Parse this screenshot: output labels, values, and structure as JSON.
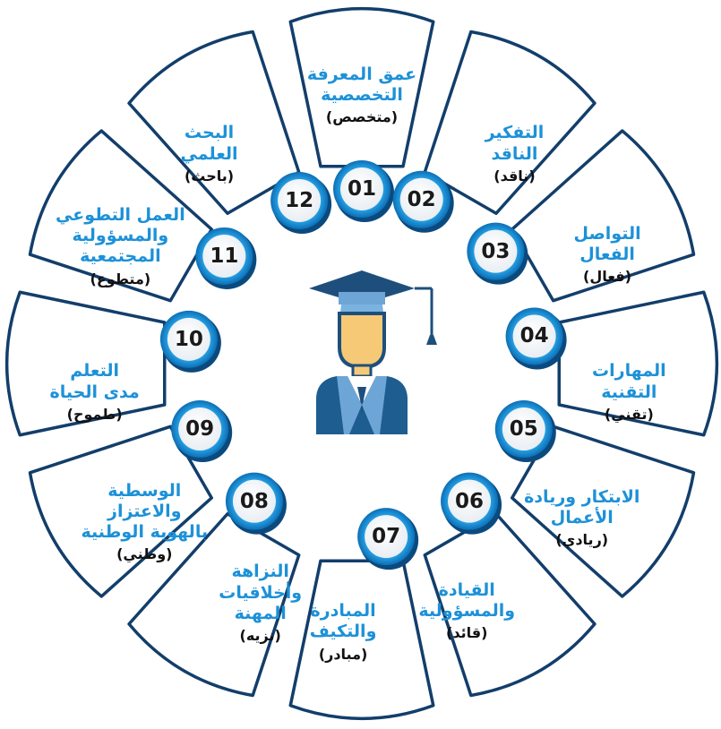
{
  "diagram": {
    "colors": {
      "segment_border": "#123e6b",
      "segment_fill": "#ffffff",
      "title_text": "#1d91d8",
      "badge_text": "#1a1a1a",
      "hat": "#1e4f7c",
      "face": "#f6c977",
      "suit": "#1e5d8f"
    },
    "center_icon": "graduate-icon",
    "segments": [
      {
        "num": "01",
        "line1": "عمق المعرفة",
        "line2": "التخصصية",
        "tag": "(متخصص)"
      },
      {
        "num": "02",
        "line1": "التفكير",
        "line2": "الناقد",
        "tag": "(ناقد)"
      },
      {
        "num": "03",
        "line1": "التواصل",
        "line2": "الفعال",
        "tag": "(فعال)"
      },
      {
        "num": "04",
        "line1": "المهارات",
        "line2": "التقنية",
        "tag": "(تقني)"
      },
      {
        "num": "05",
        "line1": "الابتكار وريادة",
        "line2": "الأعمال",
        "tag": "(ريادي)"
      },
      {
        "num": "06",
        "line1": "القيادة",
        "line2": "والمسؤولية",
        "tag": "(قائد)"
      },
      {
        "num": "07",
        "line1": "المبادرة",
        "line2": "والتكيف",
        "tag": "(مبادر)"
      },
      {
        "num": "08",
        "line1": "النزاهة",
        "line2": "وأخلاقيات",
        "line3": "المهنة",
        "tag": "(نزيه)"
      },
      {
        "num": "09",
        "line1": "الوسطية",
        "line2": "والاعتزاز",
        "line3": "بالهوية الوطنية",
        "tag": "(وطني)"
      },
      {
        "num": "10",
        "line1": "التعلم",
        "line2": "مدى الحياة",
        "tag": "(طموح)"
      },
      {
        "num": "11",
        "line1": "العمل التطوعي",
        "line2": "والمسؤولية",
        "line3": "المجتمعية",
        "tag": "(متطوع)"
      },
      {
        "num": "12",
        "line1": "البحث",
        "line2": "العلمي",
        "tag": "(باحث)"
      }
    ]
  }
}
